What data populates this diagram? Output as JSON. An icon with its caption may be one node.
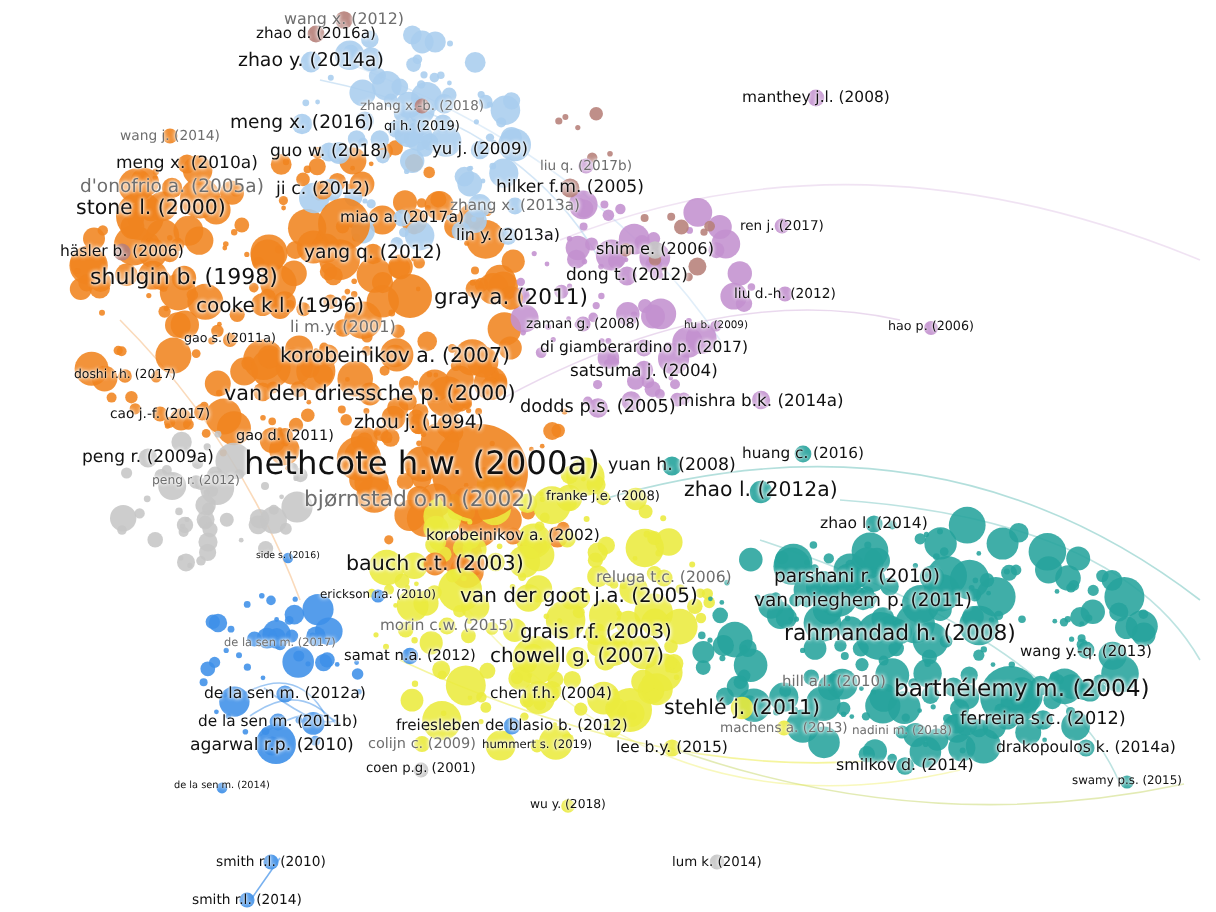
{
  "diagram": {
    "labels": [
      "wang x. (2012)",
      "zhao d. (2016a)",
      "zhao y. (2014a)",
      "manthey j.l. (2008)",
      "zhang x.-b. (2018)",
      "meng x. (2016)",
      "qi h. (2019)",
      "wang j. (2014)",
      "guo w. (2018)",
      "yu j. (2009)",
      "liu q. (2017b)",
      "meng x. (2010a)",
      "hilker f.m. (2005)",
      "d'onofrio a. (2005a)",
      "ji c. (2012)",
      "zhang x. (2013a)",
      "stone l. (2000)",
      "miao a. (2017a)",
      "ren j. (2017)",
      "lin y. (2013a)",
      "shim e. (2006)",
      "häsler b. (2006)",
      "yang q. (2012)",
      "dong t. (2012)",
      "shulgin b. (1998)",
      "liu d.-h. (2012)",
      "gray a. (2011)",
      "cooke k.l. (1996)",
      "zaman g. (2008)",
      "hu b. (2009)",
      "li m.y. (2001)",
      "hao p. (2006)",
      "gao s. (2011a)",
      "di giamberardino p. (2017)",
      "korobeinikov a. (2007)",
      "satsuma j. (2004)",
      "doshi r.h. (2017)",
      "van den driessche p. (2000)",
      "mishra b.k. (2014a)",
      "dodds p.s. (2005)",
      "cao j.-f. (2017)",
      "zhou j. (1994)",
      "gao d. (2011)",
      "huang c. (2016)",
      "peng r. (2009a)",
      "yuan h. (2008)",
      "hethcote h.w. (2000a)",
      "peng r. (2012)",
      "zhao l. (2012a)",
      "bjørnstad o.n. (2002)",
      "franke j.e. (2008)",
      "zhao l. (2014)",
      "korobeinikov a. (2002)",
      "side s. (2016)",
      "bauch c.t. (2003)",
      "reluga t.c. (2006)",
      "parshani r. (2010)",
      "erickson r.a. (2010)",
      "van der goot j.a. (2005)",
      "van mieghem p. (2011)",
      "morin c.w. (2015)",
      "rahmandad h. (2008)",
      "grais r.f. (2003)",
      "de la sen m. (2017)",
      "wang y.-q. (2013)",
      "samat n.a. (2012)",
      "chowell g. (2007)",
      "hill a.l. (2010)",
      "de la sen m. (2012a)",
      "chen f.h. (2004)",
      "barthélemy m. (2004)",
      "stehlé j. (2011)",
      "de la sen m. (2011b)",
      "freiesleben de blasio b. (2012)",
      "machens a. (2013)",
      "nadini m. (2018)",
      "ferreira s.c. (2012)",
      "agarwal r.p. (2010)",
      "colijn c. (2009)",
      "hummert s. (2019)",
      "lee b.y. (2015)",
      "drakopoulos k. (2014a)",
      "smilkov d. (2014)",
      "coen p.g. (2001)",
      "swamy p.s. (2015)",
      "de la sen m. (2014)",
      "wu y. (2018)",
      "smith r.l. (2010)",
      "lum k. (2014)",
      "smith r.l. (2014)"
    ]
  }
}
